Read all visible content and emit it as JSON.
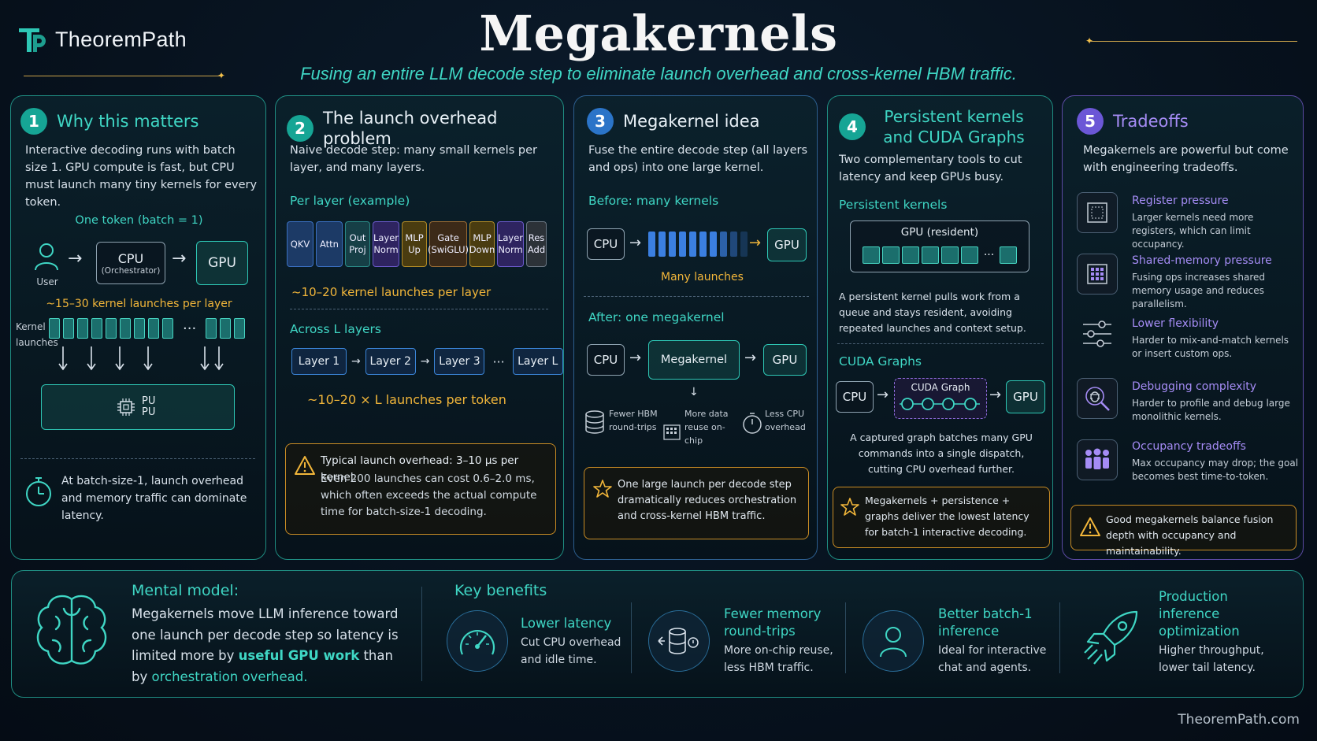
{
  "header": {
    "logo": "TheoremPath",
    "title": "Megakernels",
    "subtitle": "Fusing an entire LLM decode step to eliminate launch overhead and cross-kernel HBM traffic."
  },
  "p1": {
    "num": "1",
    "title": "Why this matters",
    "body": "Interactive decoding runs with batch size 1. GPU compute is fast, but CPU must launch many tiny kernels for every token.",
    "token_label": "One token (batch = 1)",
    "user": "User",
    "cpu": "CPU",
    "cpu_sub": "(Orchestrator)",
    "gpu": "GPU",
    "launches_label": "~15–30 kernel launches per layer",
    "kernel_label": "Kernel launches",
    "gpu_box": "PU PU",
    "footer": "At batch-size-1, launch overhead and memory traffic can dominate latency."
  },
  "p2": {
    "num": "2",
    "title": "The launch overhead problem",
    "body": "Naive decode step: many small kernels per layer, and many layers.",
    "per_layer": "Per layer (example)",
    "ops": [
      "QKV",
      "Attn",
      "Out Proj",
      "Layer Norm",
      "MLP Up",
      "Gate (SwiGLU)",
      "MLP Down",
      "Layer Norm",
      "Res Add"
    ],
    "per_layer_count": "~10–20 kernel launches per layer",
    "across": "Across L layers",
    "layers": [
      "Layer 1",
      "Layer 2",
      "Layer 3",
      "Layer L"
    ],
    "per_token": "~10–20 × L launches per token",
    "warn_1": "Typical launch overhead: 3–10 μs per kernel.",
    "warn_2": "Even 200 launches can cost 0.6–2.0 ms, which often exceeds the actual compute time for batch-size-1 decoding."
  },
  "p3": {
    "num": "3",
    "title": "Megakernel idea",
    "body": "Fuse the entire decode step (all layers and ops) into one large kernel.",
    "before": "Before: many kernels",
    "cpu": "CPU",
    "gpu": "GPU",
    "many": "Many launches",
    "after": "After: one megakernel",
    "megakernel": "Megakernel",
    "fewer_hbm": "Fewer HBM round-trips",
    "more_data": "More data reuse on-chip",
    "less_cpu": "Less CPU overhead",
    "note": "One large launch per decode step dramatically reduces orchestration and cross-kernel HBM traffic."
  },
  "p4": {
    "num": "4",
    "title": "Persistent kernels and CUDA Graphs",
    "body": "Two complementary tools to cut latency and keep GPUs busy.",
    "persistent": "Persistent kernels",
    "resident": "GPU (resident)",
    "persistent_body": "A persistent kernel pulls work from a queue and stays resident, avoiding repeated launches and context setup.",
    "graphs": "CUDA Graphs",
    "cpu": "CPU",
    "graph_box": "CUDA Graph",
    "gpu": "GPU",
    "graphs_body": "A captured graph batches many GPU commands into a single dispatch, cutting CPU overhead further.",
    "note": "Megakernels + persistence + graphs deliver the lowest latency for batch-1 interactive decoding."
  },
  "p5": {
    "num": "5",
    "title": "Tradeoffs",
    "body": "Megakernels are powerful but come with engineering tradeoffs.",
    "items": [
      {
        "title": "Register pressure",
        "text": "Larger kernels need more registers, which can limit occupancy."
      },
      {
        "title": "Shared-memory pressure",
        "text": "Fusing ops increases shared memory usage and reduces parallelism."
      },
      {
        "title": "Lower flexibility",
        "text": "Harder to mix-and-match kernels or insert custom ops."
      },
      {
        "title": "Debugging complexity",
        "text": "Harder to profile and debug large monolithic kernels."
      },
      {
        "title": "Occupancy tradeoffs",
        "text": "Max occupancy may drop; the goal becomes best time-to-token."
      }
    ],
    "note": "Good megakernels balance fusion depth with occupancy and maintainability."
  },
  "bottom": {
    "mental_title": "Mental model:",
    "mental_1": "Megakernels move LLM inference toward one launch per decode step so latency is limited more by ",
    "mental_hl1": "useful GPU work",
    "mental_2": " than by ",
    "mental_hl2": "orchestration overhead.",
    "benefits_title": "Key benefits",
    "benefits": [
      {
        "title": "Lower latency",
        "text": "Cut CPU overhead and idle time."
      },
      {
        "title": "Fewer memory round-trips",
        "text": "More on-chip reuse, less HBM traffic."
      },
      {
        "title": "Better batch-1 inference",
        "text": "Ideal for interactive chat and agents."
      },
      {
        "title": "Production inference optimization",
        "text": "Higher throughput, lower tail latency."
      }
    ]
  },
  "footer": "TheoremPath.com",
  "colors": {
    "teal": "#3fd6c4",
    "gold": "#f2b63a",
    "purple": "#a58cf5",
    "blue": "#3b7fe0"
  }
}
